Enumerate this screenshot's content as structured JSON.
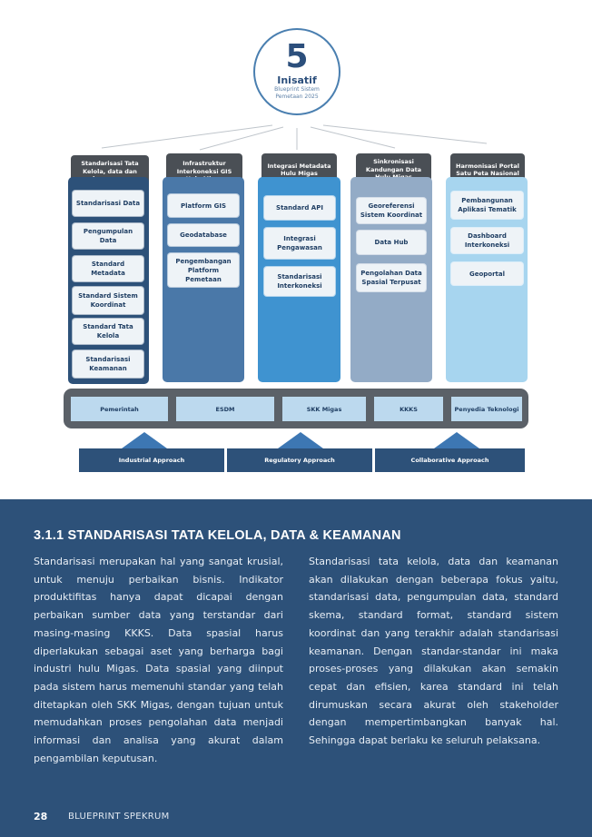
{
  "badge": {
    "number": "5",
    "word": "Inisatif",
    "subtitle_line1": "Blueprint Sistem",
    "subtitle_line2": "Pemetaan 2025"
  },
  "columns": [
    {
      "title": "Standarisasi Tata Kelola, data dan keamanan",
      "color": "#2d5179",
      "items": [
        "Standarisasi Data",
        "Pengumpulan Data",
        "Standard Metadata",
        "Standard Sistem Koordinat",
        "Standard Tata Kelola",
        "Standarisasi Keamanan"
      ]
    },
    {
      "title": "Infrastruktur Interkoneksi GIS Hulu Migas",
      "color": "#4a78a8",
      "items": [
        "Platform GIS",
        "Geodatabase",
        "Pengembangan Platform Pemetaan"
      ]
    },
    {
      "title": "Integrasi Metadata Hulu Migas",
      "color": "#3f93d0",
      "items": [
        "Standard API",
        "Integrasi Pengawasan",
        "Standarisasi Interkoneksi"
      ]
    },
    {
      "title": "Sinkronisasi Kandungan Data Hulu Migas",
      "color": "#93abc6",
      "items": [
        "Georeferensi Sistem Koordinat",
        "Data Hub",
        "Pengolahan Data Spasial Terpusat"
      ]
    },
    {
      "title": "Harmonisasi Portal Satu Peta Nasional",
      "color": "#a7d5ef",
      "items": [
        "Pembangunan Aplikasi Tematik",
        "Dashboard Interkoneksi",
        "Geoportal"
      ]
    }
  ],
  "stakeholders": [
    "Pemerintah",
    "ESDM",
    "SKK Migas",
    "KKKS",
    "Penyedia Teknologi"
  ],
  "approaches": [
    "Industrial Approach",
    "Regulatory Approach",
    "Collaborative Approach"
  ],
  "section": {
    "title": "3.1.1 STANDARISASI TATA KELOLA, DATA & KEAMANAN",
    "para_left": "Standarisasi merupakan hal yang sangat krusial, untuk menuju perbaikan bisnis. Indikator produktifitas hanya dapat dicapai dengan perbaikan sumber data yang terstandar dari masing-masing KKKS. Data spasial harus diperlakukan sebagai aset yang berharga bagi industri hulu Migas. Data spasial yang diinput pada sistem harus memenuhi standar yang telah ditetapkan oleh SKK Migas, dengan tujuan untuk memudahkan proses pengolahan data menjadi informasi dan analisa yang akurat dalam pengambilan keputusan.",
    "para_right": "Standarisasi tata kelola, data dan keamanan akan dilakukan dengan beberapa fokus yaitu, standarisasi data, pengumpulan data, standard skema, standard format, standard sistem koordinat dan yang terakhir adalah standarisasi keamanan. Dengan standar-standar ini maka proses-proses yang dilakukan akan semakin cepat dan efisien, karea standard ini telah dirumuskan secara akurat oleh stakeholder dengan mempertimbangkan banyak hal. Sehingga dapat berlaku ke seluruh pelaksana."
  },
  "footer": {
    "page_number": "28",
    "title": "BLUEPRINT SPEKRUM"
  }
}
